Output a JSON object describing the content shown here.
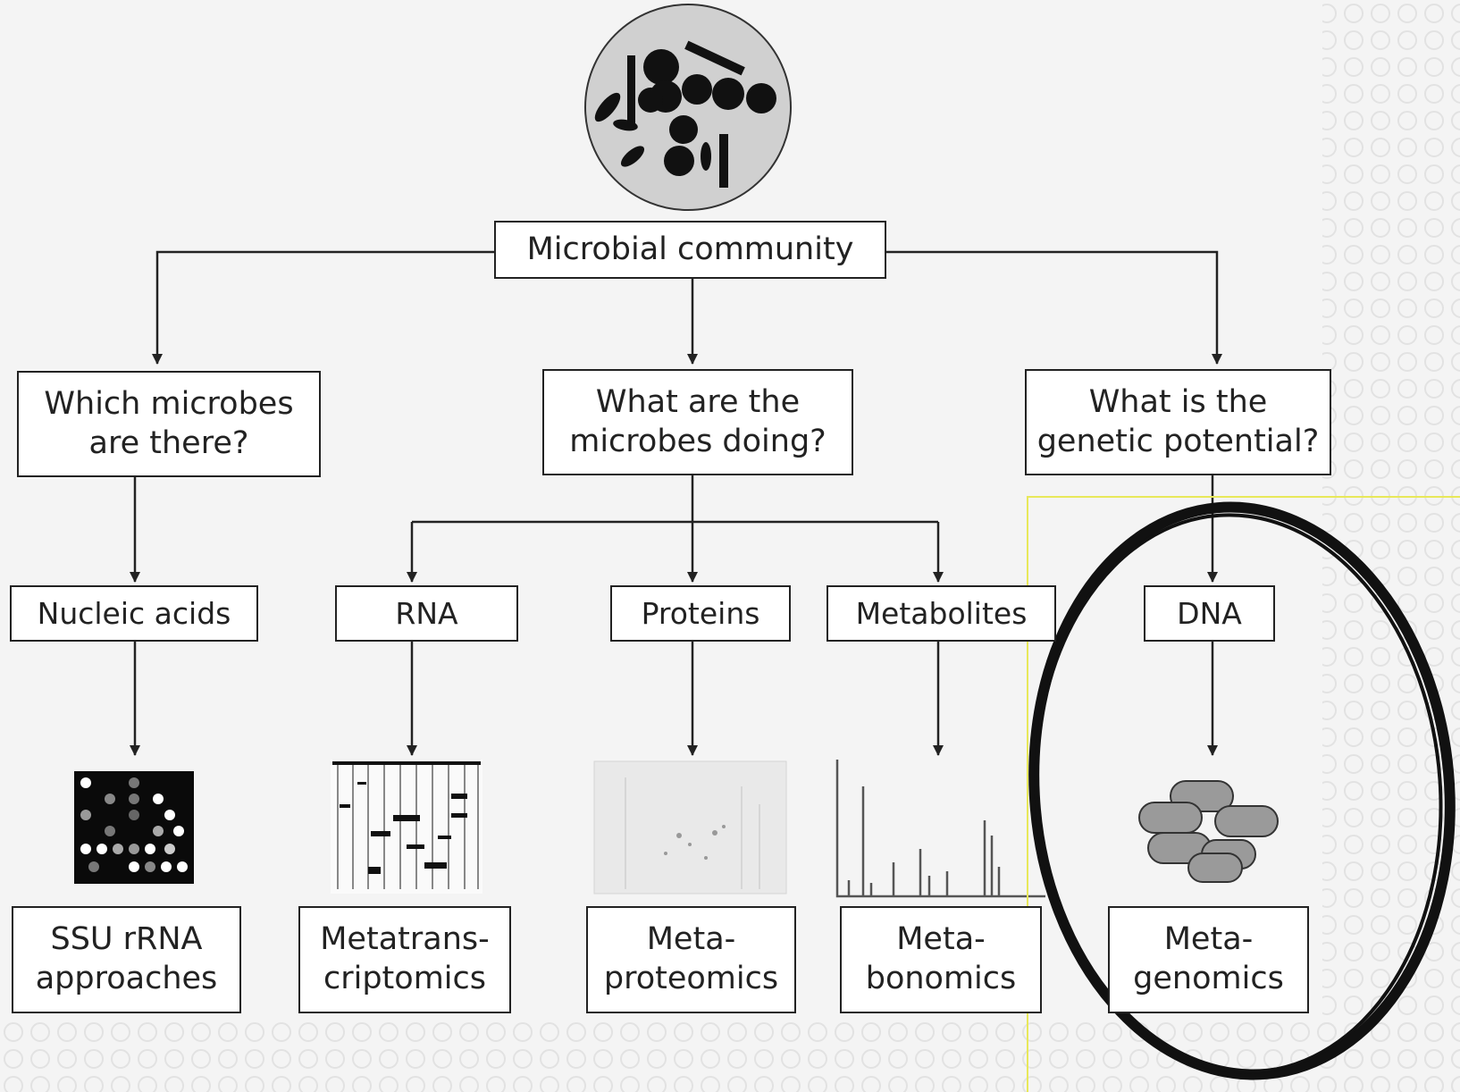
{
  "root": {
    "label": "Microbial community"
  },
  "questions": [
    {
      "label": "Which microbes\nare there?"
    },
    {
      "label": "What are the\nmicrobes doing?"
    },
    {
      "label": "What is the\ngenetic potential?"
    }
  ],
  "molecules": [
    {
      "label": "Nucleic acids"
    },
    {
      "label": "RNA"
    },
    {
      "label": "Proteins"
    },
    {
      "label": "Metabolites"
    },
    {
      "label": "DNA"
    }
  ],
  "techniques": [
    {
      "label": "SSU rRNA\napproaches"
    },
    {
      "label": "Metatrans-\ncriptomics"
    },
    {
      "label": "Meta-\nproteomics"
    },
    {
      "label": "Meta-\nbonomics"
    },
    {
      "label": "Meta-\ngenomics"
    }
  ],
  "illustrations": [
    "microbe-community-icon",
    "microarray-icon",
    "gel-electrophoresis-icon",
    "2d-protein-gel-icon",
    "spectrum-peaks-icon",
    "dna-fragments-icon"
  ],
  "annotation": {
    "highlight": "Meta-genomics",
    "color": "#111111",
    "selection_color": "#e8e85a"
  }
}
